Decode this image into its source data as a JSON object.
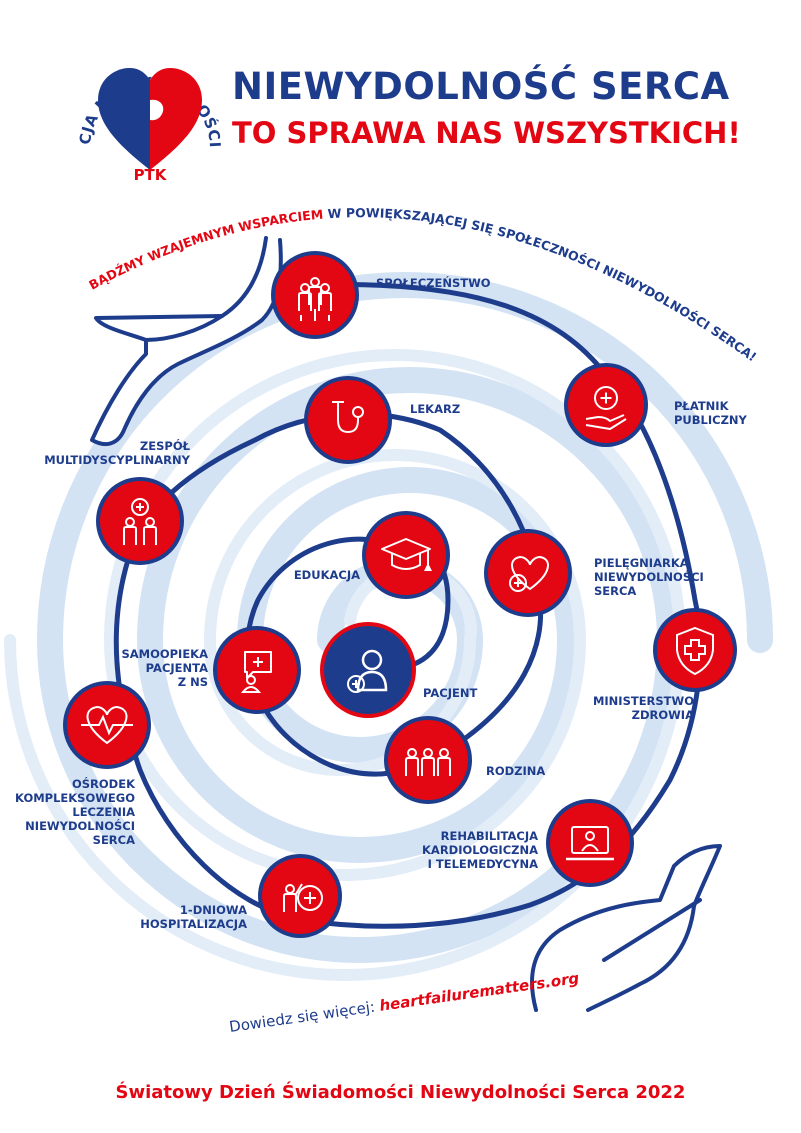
{
  "logo": {
    "arc_text": "ASOCJACJA NIEWYDOLNOŚCI SERCA",
    "badge": "PTK"
  },
  "header": {
    "title": "NIEWYDOLNOŚĆ SERCA",
    "subtitle": "TO SPRAWA NAS WSZYSTKICH!"
  },
  "arc_slogan": {
    "highlight": "BĄDŹMY WZAJEMNYM WSPARCIEM",
    "rest": " W POWIĘKSZAJĄCEJ SIĘ SPOŁECZNOŚCI NIEWYDOLNOŚCI SERCA!"
  },
  "nodes": [
    {
      "id": "spoleczenstwo",
      "icon": "society-icon",
      "lines": [
        "SPOŁECZEŃSTWO"
      ]
    },
    {
      "id": "platnik",
      "icon": "hand-plus-icon",
      "lines": [
        "PŁATNIK",
        "PUBLICZNY"
      ]
    },
    {
      "id": "ministerstwo",
      "icon": "shield-cross-icon",
      "lines": [
        "MINISTERSTWO",
        "ZDROWIA"
      ]
    },
    {
      "id": "rehabilitacja",
      "icon": "laptop-doctor-icon",
      "lines": [
        "REHABILITACJA",
        "KARDIOLOGICZNA",
        "I TELEMEDYCYNA"
      ]
    },
    {
      "id": "hospitalizacja",
      "icon": "hospital-person-icon",
      "lines": [
        "1-DNIOWA",
        "HOSPITALIZACJA"
      ]
    },
    {
      "id": "osrodek",
      "icon": "heart-pulse-icon",
      "lines": [
        "OŚRODEK",
        "KOMPLEKSOWEGO",
        "LECZENIA",
        "NIEWYDOLNOŚCI",
        "SERCA"
      ]
    },
    {
      "id": "zespol",
      "icon": "team-plus-icon",
      "lines": [
        "ZESPÓŁ",
        "MULTIDYSCYPLINARNY"
      ]
    },
    {
      "id": "lekarz",
      "icon": "stethoscope-icon",
      "lines": [
        "LEKARZ"
      ]
    },
    {
      "id": "pielegniarka",
      "icon": "heart-plus-icon",
      "lines": [
        "PIELĘGNIARKA",
        "NIEWYDOLNOŚCI",
        "SERCA"
      ]
    },
    {
      "id": "rodzina",
      "icon": "family-icon",
      "lines": [
        "RODZINA"
      ]
    },
    {
      "id": "samoopieka",
      "icon": "self-care-icon",
      "lines": [
        "SAMOOPIEKA",
        "PACJENTA",
        "Z NS"
      ]
    },
    {
      "id": "edukacja",
      "icon": "graduation-cap-icon",
      "lines": [
        "EDUKACJA"
      ]
    },
    {
      "id": "pacjent",
      "icon": "patient-icon",
      "lines": [
        "PACJENT"
      ]
    }
  ],
  "more_info": {
    "label": "Dowiedz się więcej: ",
    "link": "heartfailurematters.org"
  },
  "footer": "Światowy Dzień Świadomości Niewydolności Serca 2022",
  "colors": {
    "navy": "#1e3c8c",
    "red": "#e30613",
    "light_blue": "#cfe0f3"
  }
}
